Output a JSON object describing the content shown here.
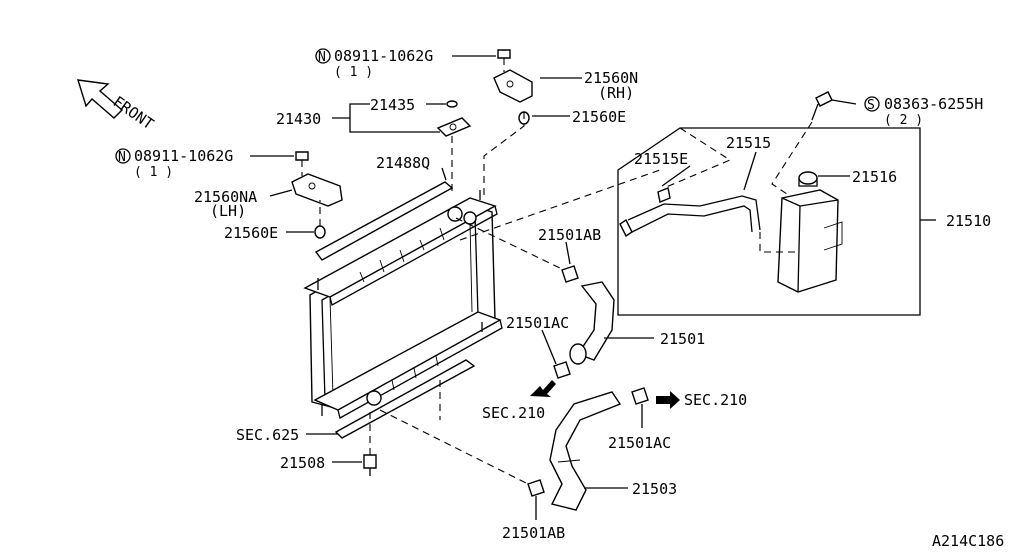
{
  "diagram_id": "A214C186",
  "front_label": "FRONT",
  "callouts": {
    "n_bolt_top": {
      "prefix": "N",
      "number": "08911-1062G",
      "qty": "( 1 )"
    },
    "n_bolt_left": {
      "prefix": "N",
      "number": "08911-1062G",
      "qty": "( 1 )"
    },
    "s_bolt": {
      "prefix": "S",
      "number": "08363-6255H",
      "qty": "( 2 )"
    },
    "p21560N": {
      "number": "21560N",
      "side": "(RH)"
    },
    "p21560NA": {
      "number": "21560NA",
      "side": "(LH)"
    },
    "p21560E_top": "21560E",
    "p21560E_left": "21560E",
    "p21435": "21435",
    "p21430": "21430",
    "p21488Q": "21488Q",
    "p21515": "21515",
    "p21515E": "21515E",
    "p21516": "21516",
    "p21510": "21510",
    "p21501AB_top": "21501AB",
    "p21501AB_bottom": "21501AB",
    "p21501AC_left": "21501AC",
    "p21501AC_right": "21501AC",
    "p21501": "21501",
    "p21503": "21503",
    "p21508": "21508",
    "sec625": "SEC.625",
    "sec210_left": "SEC.210",
    "sec210_right": "SEC.210"
  }
}
